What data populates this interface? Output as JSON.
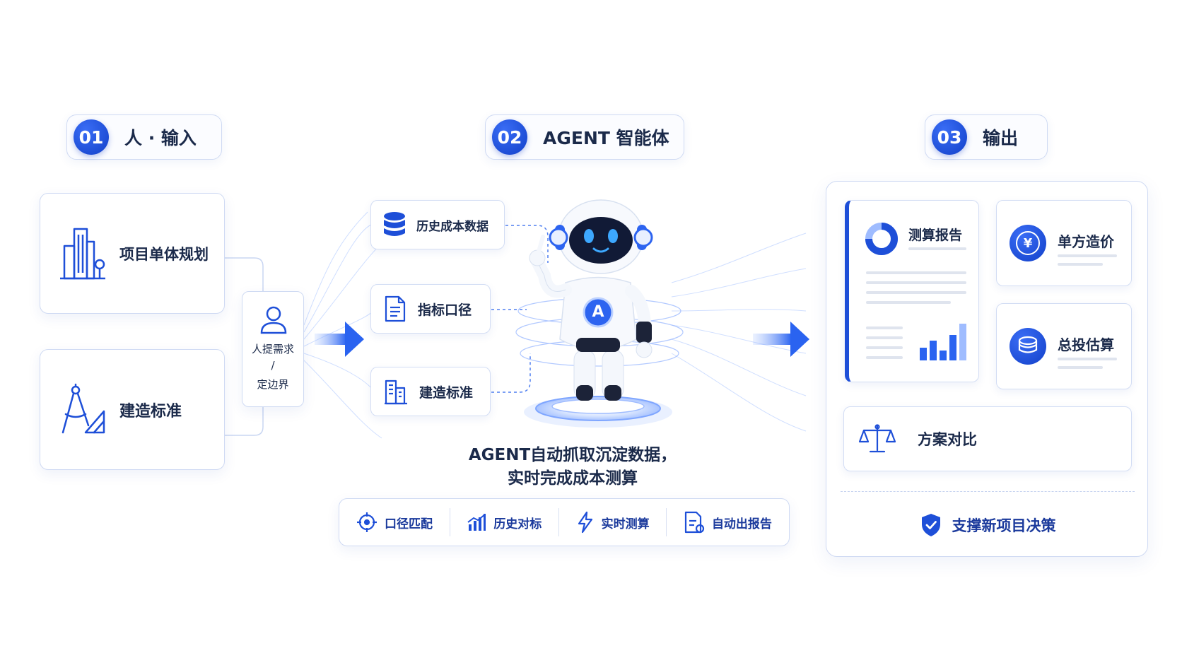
{
  "sections": [
    {
      "number": "01",
      "title": "人 · 输入"
    },
    {
      "number": "02",
      "title": "AGENT 智能体"
    },
    {
      "number": "03",
      "title": "输出"
    }
  ],
  "inputs": {
    "project_planning": "项目单体规划",
    "construction_standard": "建造标准",
    "requirement_line1": "人提需求",
    "requirement_line2": "/",
    "requirement_line3": "定边界"
  },
  "agent": {
    "sources": [
      "历史成本数据",
      "指标口径",
      "建造标准"
    ],
    "robot_badge": "A",
    "caption_line1": "AGENT自动抓取沉淀数据，",
    "caption_line2": "实时完成成本测算",
    "capabilities": [
      "口径匹配",
      "历史对标",
      "实时测算",
      "自动出报告"
    ]
  },
  "outputs": {
    "report": "测算报告",
    "unit_price": "单方造价",
    "currency_symbol": "¥",
    "total_investment": "总投估算",
    "scheme_compare": "方案对比",
    "decision_support": "支撑新项目决策"
  },
  "colors": {
    "primary": "#1e4fd8",
    "accent": "#3a7bff",
    "border": "#cfdaf3",
    "text": "#1b2a4a"
  }
}
